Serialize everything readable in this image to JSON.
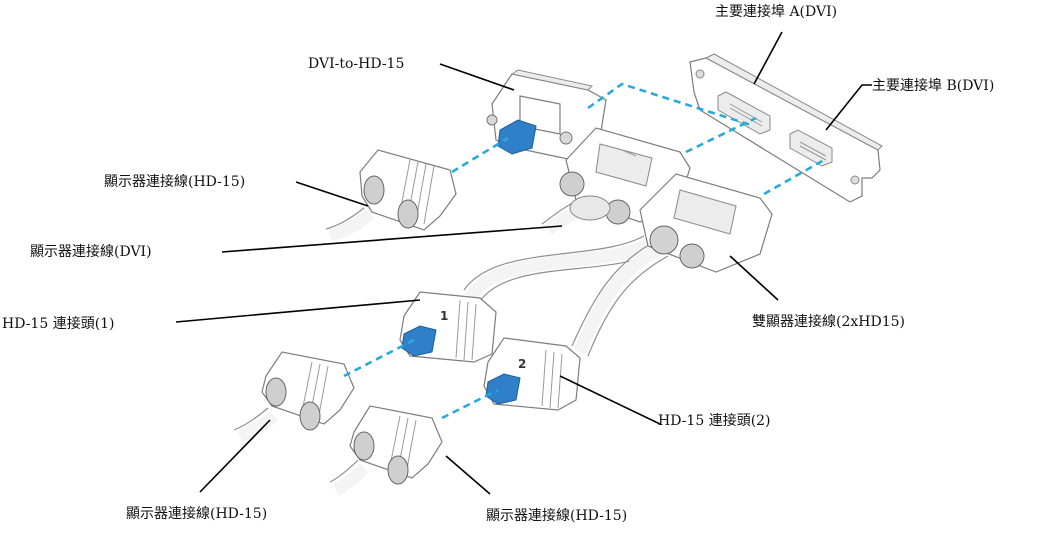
{
  "labels": {
    "port_a": "主要連接埠 A(DVI)",
    "port_b": "主要連接埠 B(DVI)",
    "dvi_to_hd15": "DVI-to-HD-15",
    "monitor_cable_hd15_top": "顯示器連接線(HD-15)",
    "monitor_cable_dvi": "顯示器連接線(DVI)",
    "dual_monitor_cable": "雙顯器連接線(2xHD15)",
    "hd15_connector_1": "HD-15 連接頭(1)",
    "hd15_connector_2": "HD-15 連接頭(2)",
    "monitor_cable_hd15_bottom_left": "顯示器連接線(HD-15)",
    "monitor_cable_hd15_bottom_right": "顯示器連接線(HD-15)"
  },
  "connector_numbers": {
    "one": "1",
    "two": "2"
  },
  "colors": {
    "dashed_link": "#29a9d9",
    "leader_line": "#000000",
    "connector_outline": "#7d7d7d"
  }
}
